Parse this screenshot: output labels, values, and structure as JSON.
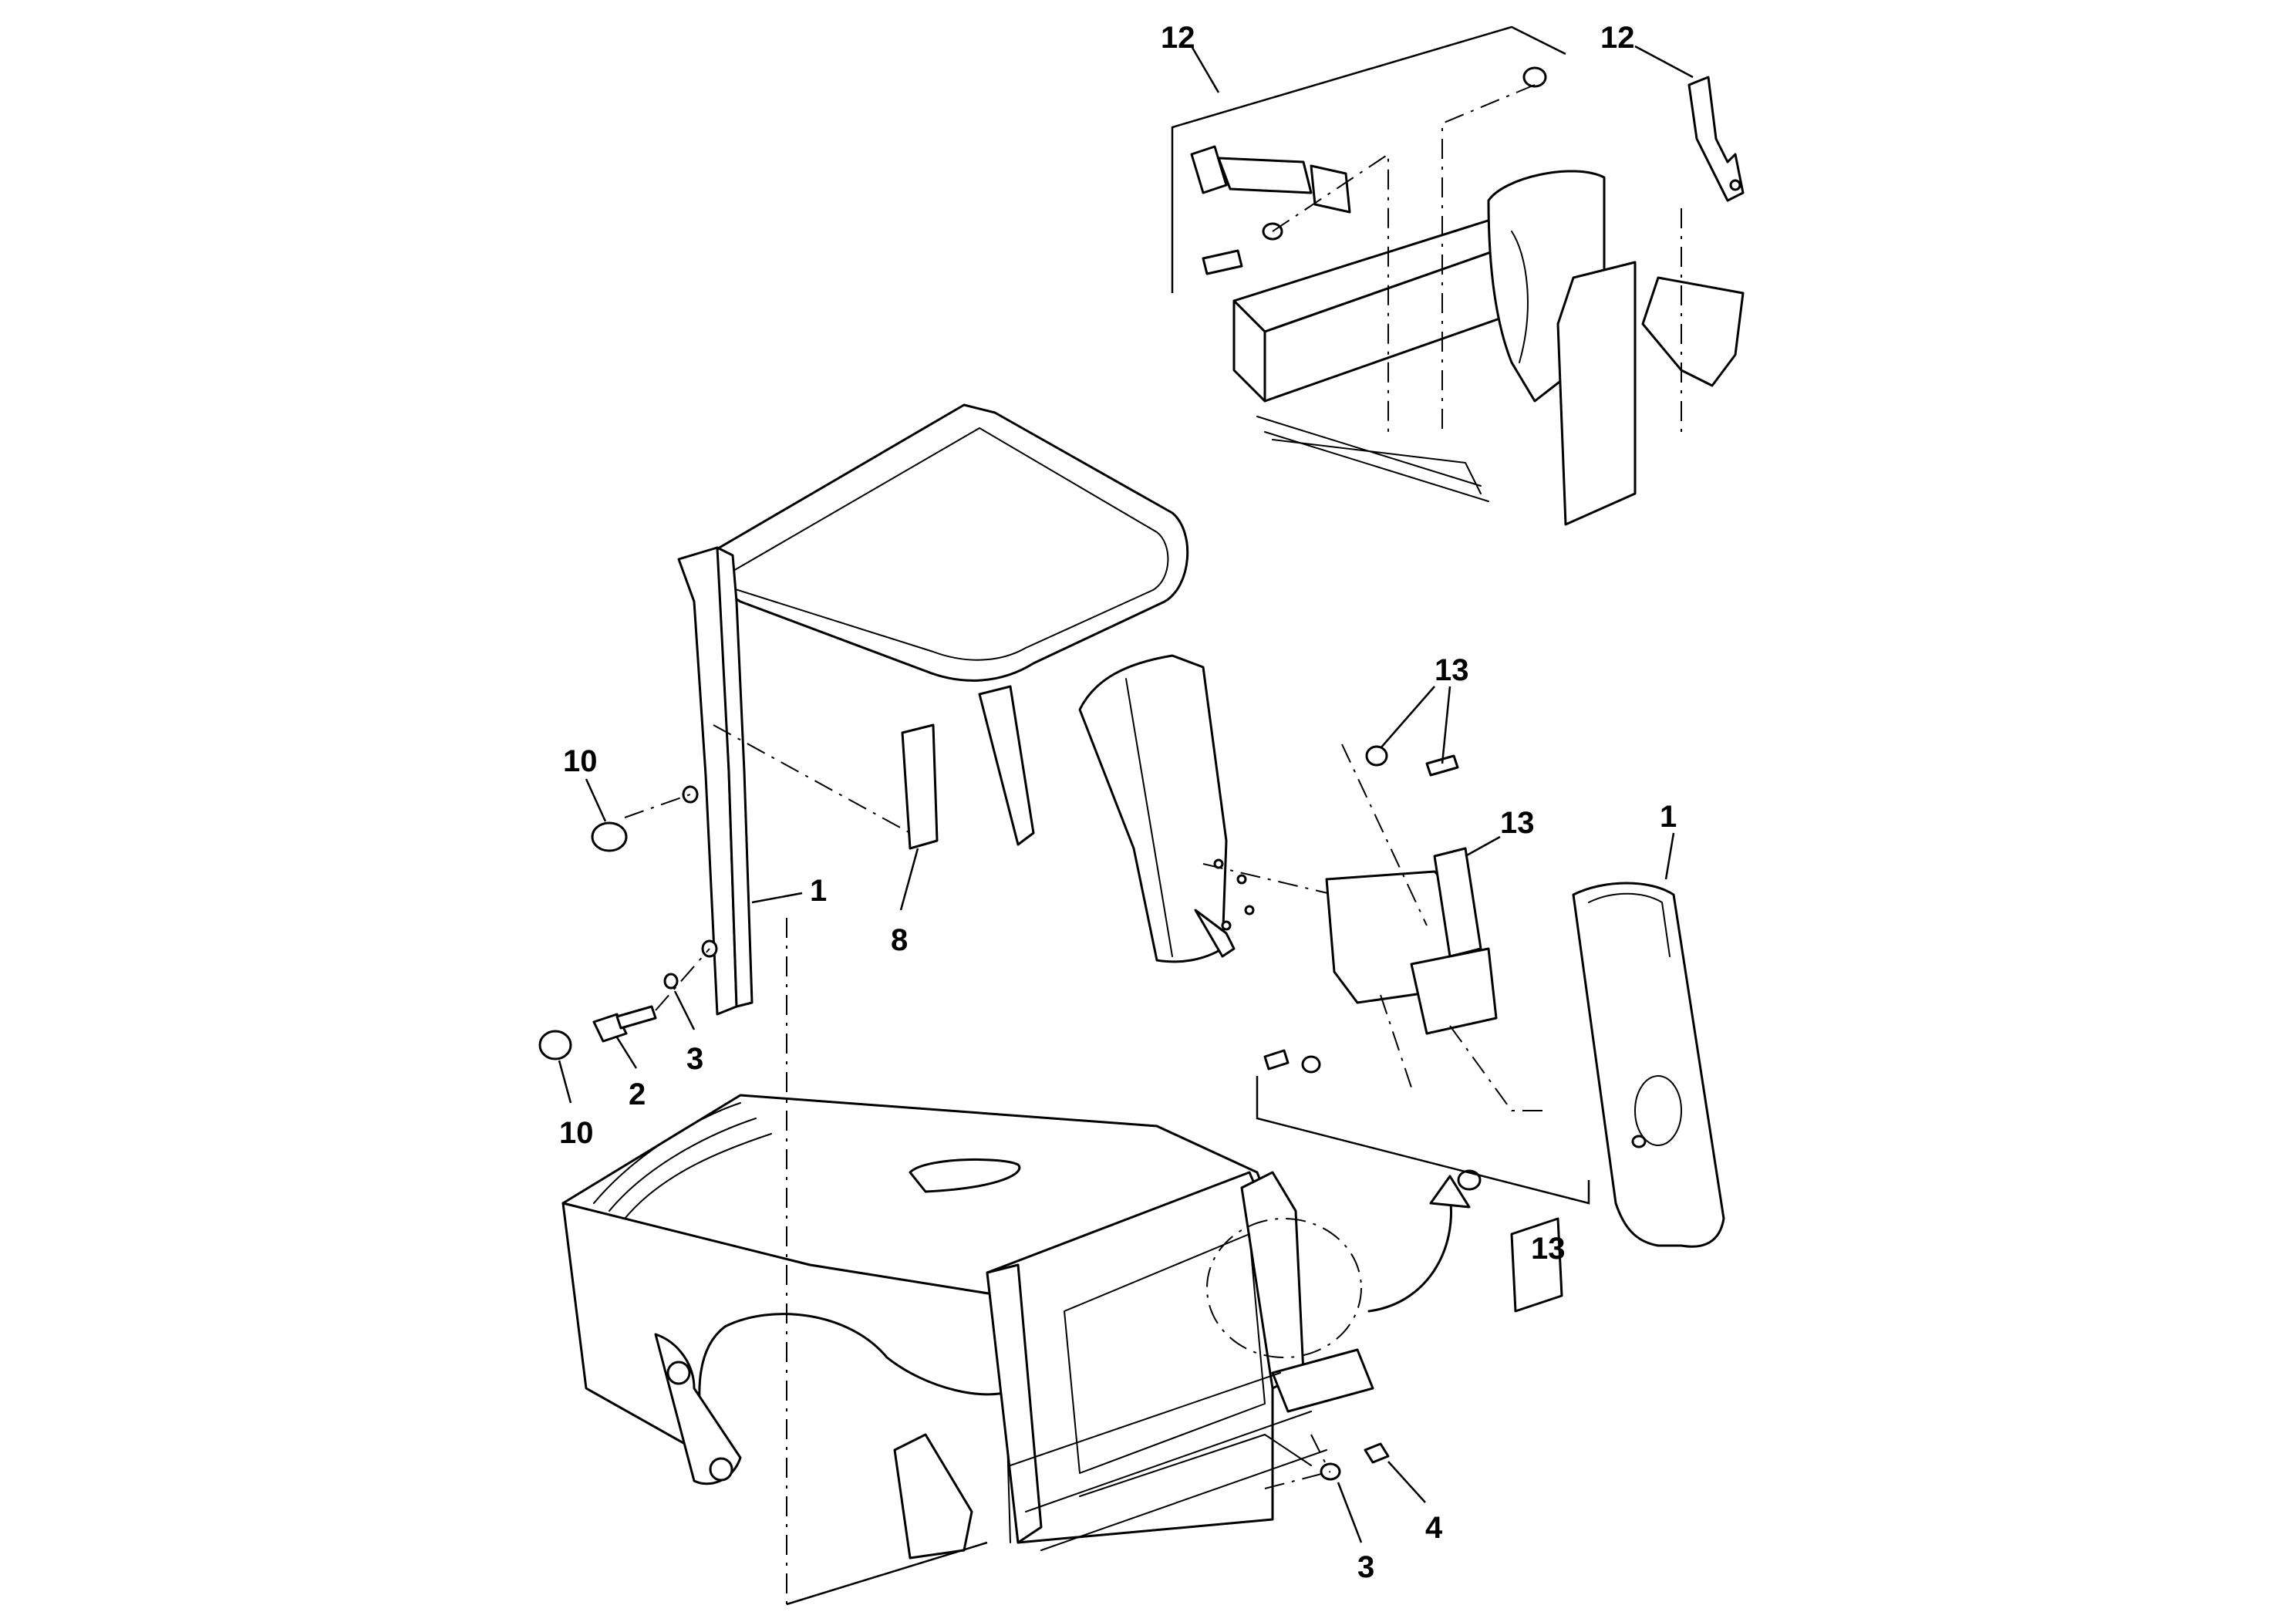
{
  "diagram": {
    "callouts": [
      {
        "id": "c-12-seat",
        "label": "12"
      },
      {
        "id": "c-12-bracket",
        "label": "12"
      },
      {
        "id": "c-13-top",
        "label": "13"
      },
      {
        "id": "c-13-mid",
        "label": "13"
      },
      {
        "id": "c-13-bottom",
        "label": "13"
      },
      {
        "id": "c-1-left",
        "label": "1"
      },
      {
        "id": "c-1-right",
        "label": "1"
      },
      {
        "id": "c-10-top",
        "label": "10"
      },
      {
        "id": "c-10-bottom",
        "label": "10"
      },
      {
        "id": "c-8",
        "label": "8"
      },
      {
        "id": "c-2",
        "label": "2"
      },
      {
        "id": "c-3-left",
        "label": "3"
      },
      {
        "id": "c-3-bottom",
        "label": "3"
      },
      {
        "id": "c-4",
        "label": "4"
      }
    ],
    "line_color": "#000000",
    "background": "#ffffff"
  }
}
